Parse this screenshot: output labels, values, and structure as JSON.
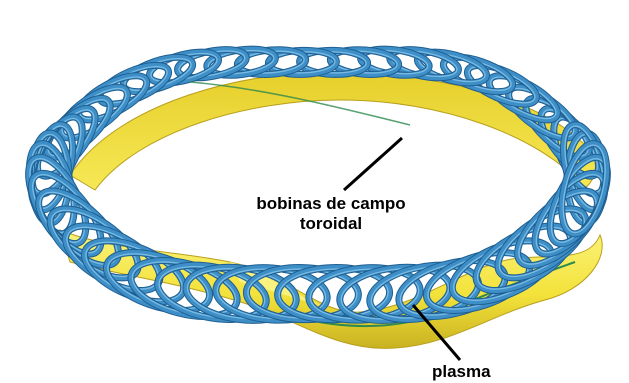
{
  "labels": {
    "coils_line1": "bobinas de campo",
    "coils_line2": "toroidal",
    "plasma": "plasma"
  },
  "colors": {
    "coil_fill": "#3e8fc7",
    "coil_dark": "#1f5f92",
    "coil_light": "#7fc0e6",
    "plasma_fill": "#f3e23a",
    "plasma_dark": "#c9b221",
    "plasma_light": "#fbf27a",
    "axis_line": "#2f8a4e",
    "pointer": "#000000"
  }
}
